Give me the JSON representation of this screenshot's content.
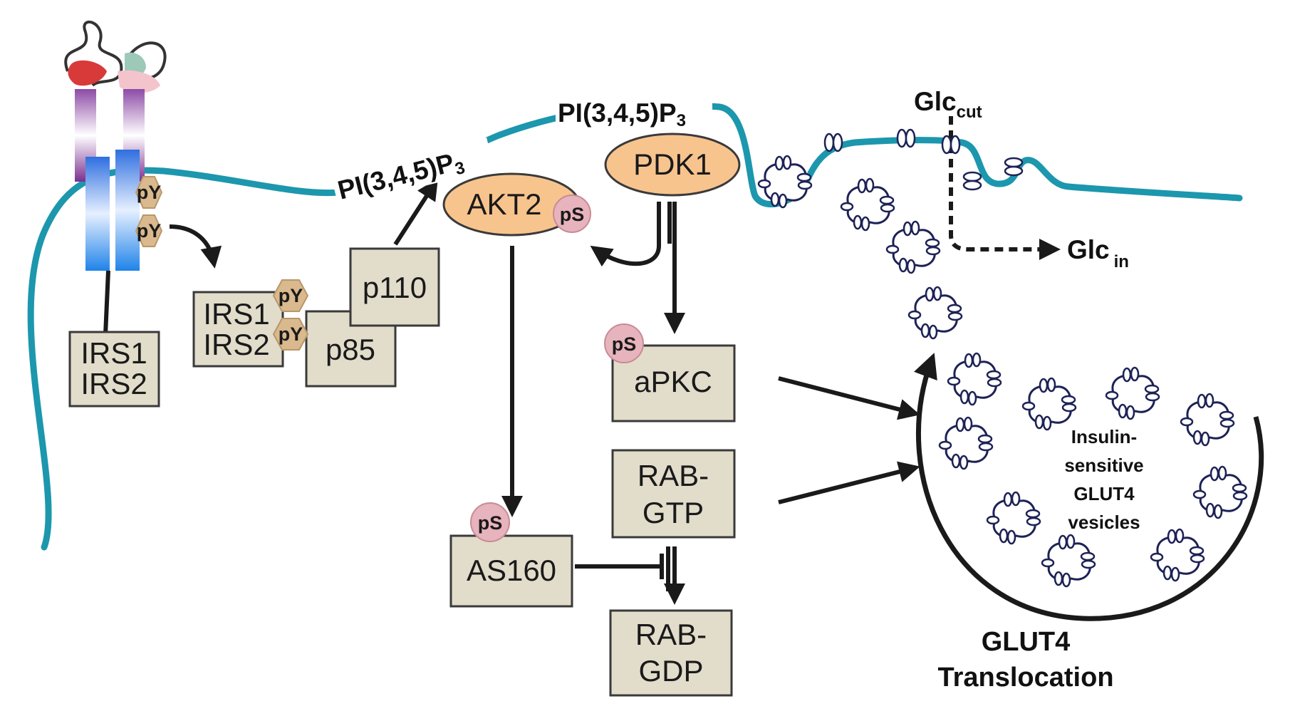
{
  "colors": {
    "membrane": "#1c97ad",
    "box_fill": "#e2dccb",
    "box_stroke": "#3a3a3a",
    "oval_fill": "#f8c48e",
    "ps_fill": "#e7b3bc",
    "py_fill": "#d9b98d",
    "vesicle_stroke": "#1d2255",
    "arrow": "#1a1a1a"
  },
  "receptor": {
    "label_line1": "IRS1",
    "label_line2": "IRS2",
    "py_top": "pY",
    "py_bottom": "pY"
  },
  "irs_complex": {
    "irs1": "IRS1",
    "irs2": "IRS2",
    "py_top": "pY",
    "py_bottom": "pY"
  },
  "pi3k": {
    "p85": "p85",
    "p110": "p110"
  },
  "pip3": {
    "left_main": "PI(3,4,5)P",
    "left_sub": "3",
    "right_main": "PI(3,4,5)P",
    "right_sub": "3"
  },
  "akt2": {
    "label": "AKT2",
    "ps": "pS"
  },
  "pdk1": {
    "label": "PDK1"
  },
  "apkc": {
    "label": "aPKC",
    "ps": "pS"
  },
  "as160": {
    "label": "AS160",
    "ps": "pS"
  },
  "rab_gtp": {
    "line1": "RAB-",
    "line2": "GTP"
  },
  "rab_gdp": {
    "line1": "RAB-",
    "line2": "GDP"
  },
  "glucose": {
    "out_main": "Glc",
    "out_sub": "cut",
    "in_main": "Glc",
    "in_sub": "in"
  },
  "vesicles": {
    "line1": "Insulin-",
    "line2": "sensitive",
    "line3": "GLUT4",
    "line4": "vesicles"
  },
  "glut4": {
    "title_line1": "GLUT4",
    "title_line2": "Translocation"
  }
}
